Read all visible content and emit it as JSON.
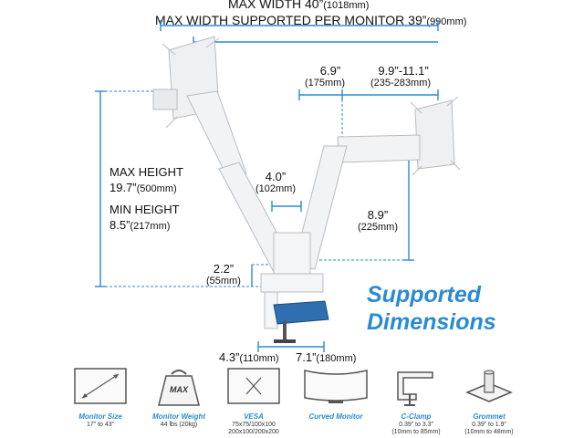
{
  "header": {
    "line1_main": "MAX WIDTH 40”",
    "line1_sub": "(1018mm)",
    "line2_main": "MAX WIDTH SUPPORTED PER MONITOR 39”",
    "line2_sub": "(990mm)"
  },
  "dimensions": {
    "offset_main": "6.9”",
    "offset_sub": "(175mm)",
    "range_main": "9.9”-11.1”",
    "range_sub": "(235-283mm)",
    "max_height_label": "MAX HEIGHT",
    "max_height_main": "19.7”",
    "max_height_sub": "(500mm)",
    "min_height_label": "MIN HEIGHT",
    "min_height_main": "8.5”",
    "min_height_sub": "(217mm)",
    "center_main": "4.0”",
    "center_sub": "(102mm)",
    "arm_main": "8.9”",
    "arm_sub": "(225mm)",
    "base_main": "2.2”",
    "base_sub": "(55mm)",
    "clamp_left_main": "4.3”",
    "clamp_left_sub": "(110mm)",
    "clamp_right_main": "7.1”",
    "clamp_right_sub": "(180mm)"
  },
  "title": {
    "line1": "Supported",
    "line2": "Dimensions"
  },
  "features": [
    {
      "icon": "monitor-size-icon",
      "label": "Monitor Size",
      "sub1": "17” to 43”",
      "sub2": ""
    },
    {
      "icon": "weight-icon",
      "label": "Monitor Weight",
      "sub1": "44 lbs (20kg)",
      "sub2": "",
      "badge": "MAX"
    },
    {
      "icon": "vesa-icon",
      "label": "VESA",
      "sub1": "75x75/100x100",
      "sub2": "200x100/200x200"
    },
    {
      "icon": "curved-monitor-icon",
      "label": "Curved Monitor",
      "sub1": "",
      "sub2": ""
    },
    {
      "icon": "c-clamp-icon",
      "label": "C-Clamp",
      "sub1": "0.39” to 3.3”",
      "sub2": "(10mm to 85mm)"
    },
    {
      "icon": "grommet-icon",
      "label": "Grommet",
      "sub1": "0.39” to 1.9”",
      "sub2": "(10mm to 48mm)"
    }
  ],
  "colors": {
    "accent": "#2a8bd4",
    "product": "#f2f3f5"
  }
}
